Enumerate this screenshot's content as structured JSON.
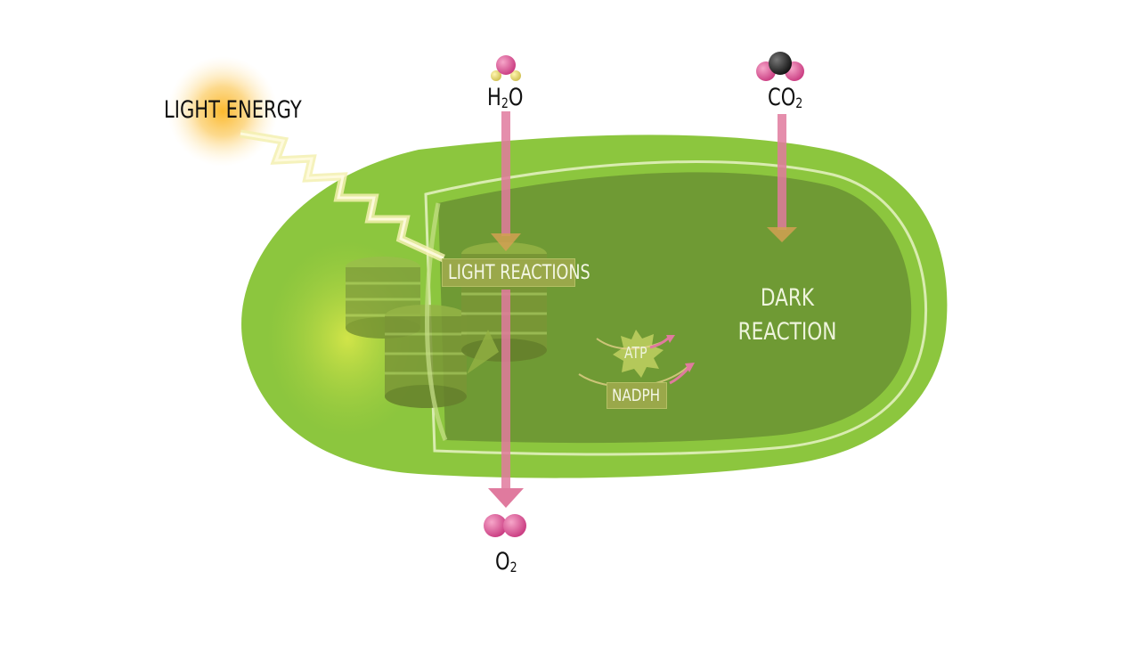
{
  "labels": {
    "light_energy": "LIGHT ENERGY",
    "water": "H",
    "water_sub": "2",
    "water_end": "O",
    "carbon_dioxide": "CO",
    "carbon_dioxide_sub": "2",
    "oxygen": "O",
    "oxygen_sub": "2",
    "light_reactions": "LIGHT REACTIONS",
    "dark_reaction_line1": "DARK",
    "dark_reaction_line2": "REACTION",
    "atp": "ATP",
    "nadph": "NADPH"
  },
  "colors": {
    "background": "#ffffff",
    "chloroplast_outer": "#8cc63e",
    "stroma": "#6f9a34",
    "membrane": "#d9ecb0",
    "thylakoid": "#7f9b3c",
    "arrow_pink": "#e07a9e",
    "molecule_pink": "#d64f8f",
    "molecule_yellow": "#e8d870",
    "carbon_black": "#222222",
    "label_box": "#9aa84a",
    "sun_glow": "#f9c24a"
  }
}
